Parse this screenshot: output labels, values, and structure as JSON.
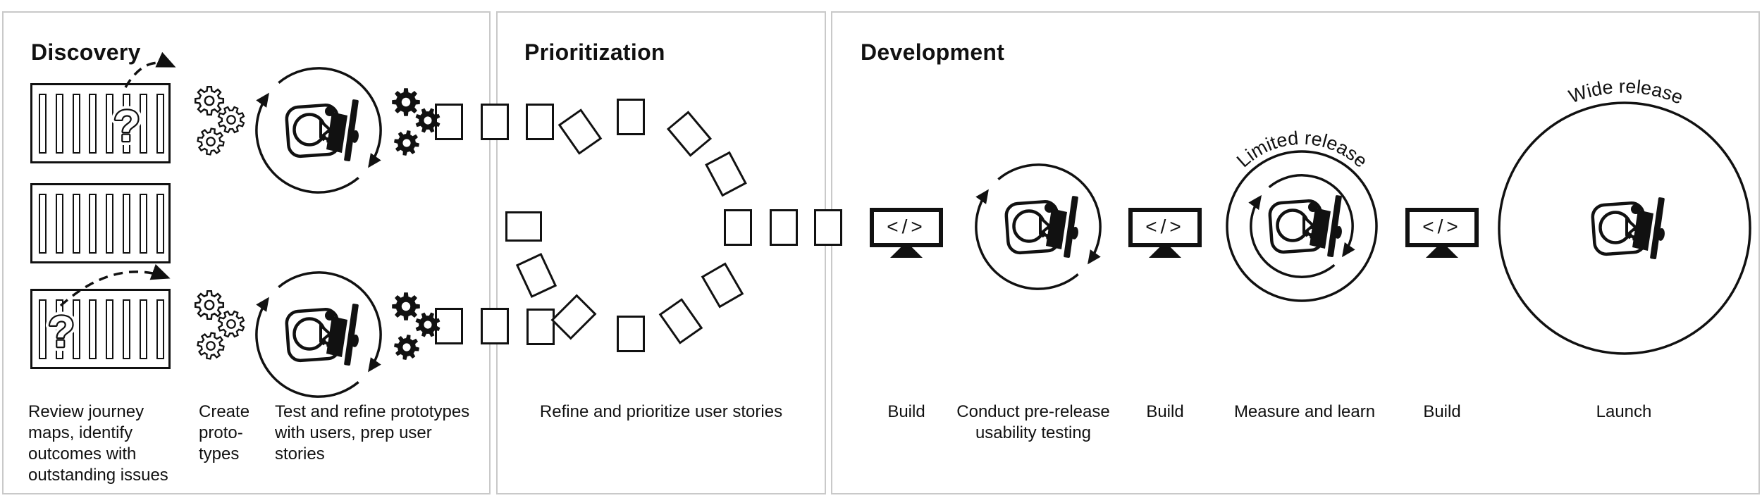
{
  "app": {
    "type": "product-development-process-diagram"
  },
  "colors": {
    "ink": "#111111",
    "panel_border": "#c9c9c9",
    "background": "#ffffff"
  },
  "glyphs": {
    "question_mark": "?",
    "code": "</>"
  },
  "annotations": {
    "limited_release": "Limited release",
    "wide_release": "Wide release"
  },
  "icons": {
    "journey-map": "striped rectangle card",
    "gear": "gear wheel",
    "person-at-computer": "top-down person working at screen",
    "code-monitor": "monitor with </> code glyph",
    "user-story-card": "small blank card",
    "cycle-arrows": "circular iteration arrows",
    "dashed-arrow": "curved dashed arrow with solid head"
  },
  "panels": [
    {
      "title": "Discovery",
      "labels": [
        {
          "text": "Review journey\nmaps, identify\noutcomes with\noutstanding issues"
        },
        {
          "text": "Create\nproto-\ntypes"
        },
        {
          "text": "Test and refine prototypes\nwith users, prep user\nstories"
        }
      ]
    },
    {
      "title": "Prioritization",
      "labels": [
        {
          "text": "Refine and prioritize user stories"
        }
      ]
    },
    {
      "title": "Development",
      "labels": [
        {
          "text": "Build"
        },
        {
          "text": "Conduct pre-release\nusability testing"
        },
        {
          "text": "Build"
        },
        {
          "text": "Measure and learn"
        },
        {
          "text": "Build"
        },
        {
          "text": "Launch"
        }
      ]
    }
  ]
}
